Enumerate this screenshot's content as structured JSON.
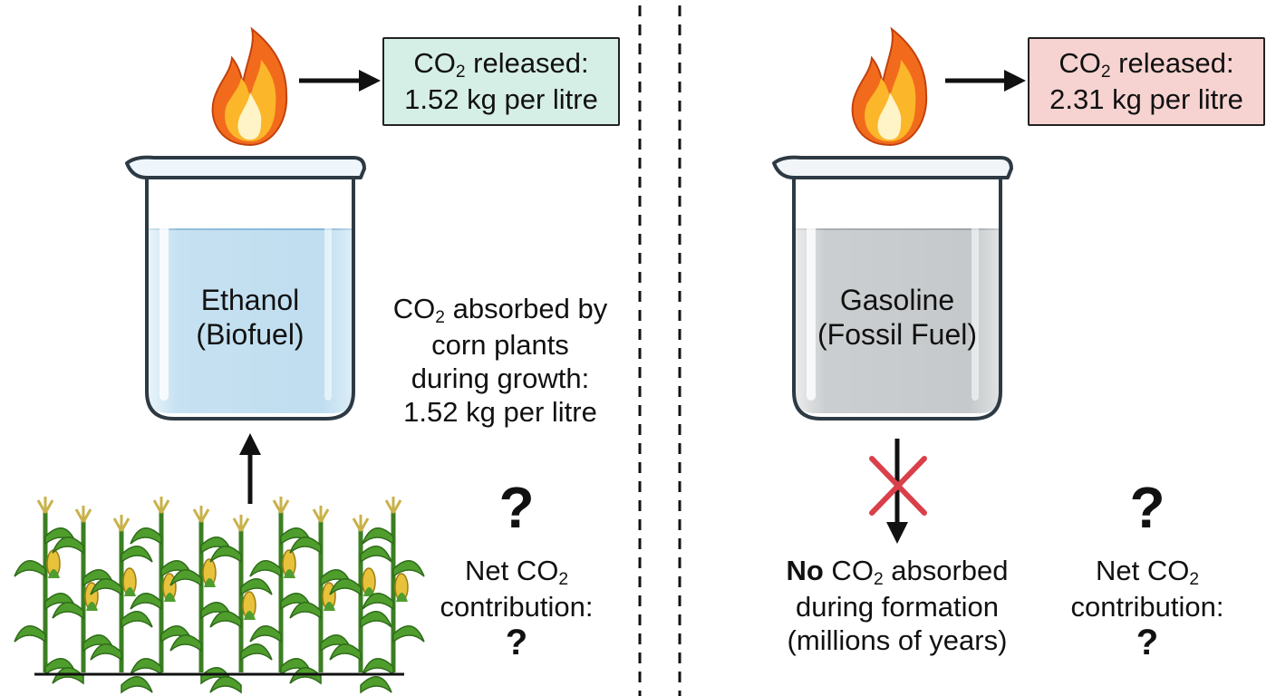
{
  "left": {
    "released_box": {
      "line1_prefix": "CO",
      "line1_sub": "2",
      "line1_suffix": " released:",
      "line2": "1.52 kg per litre",
      "fill_color": "#d6efe6"
    },
    "beaker_label": [
      "Ethanol",
      "(Biofuel)"
    ],
    "liquid_color": "#bcdcef",
    "absorbed_text": {
      "line1_prefix": "CO",
      "line1_sub": "2",
      "line1_suffix": " absorbed by",
      "line2": "corn plants",
      "line3": "during growth:",
      "line4": "1.52 kg per litre"
    },
    "question_big": "?",
    "net_label": {
      "line1_prefix": "Net CO",
      "line1_sub": "2",
      "line2": "contribution:",
      "line3": "?"
    }
  },
  "right": {
    "released_box": {
      "line1_prefix": "CO",
      "line1_sub": "2",
      "line1_suffix": " released:",
      "line2": "2.31 kg per litre",
      "fill_color": "#f6d3d1"
    },
    "beaker_label": [
      "Gasoline",
      "(Fossil Fuel)"
    ],
    "liquid_color": "#c2c6c8",
    "not_absorbed_text": {
      "line1_bold": "No",
      "line1_prefix": " CO",
      "line1_sub": "2",
      "line1_suffix": " absorbed",
      "line2": "during formation",
      "line3": "(millions of years)"
    },
    "question_big": "?",
    "net_label": {
      "line1_prefix": "Net CO",
      "line1_sub": "2",
      "line2": "contribution:",
      "line3": "?"
    }
  },
  "colors": {
    "flame_outer": "#f26b1d",
    "flame_mid": "#fbb62a",
    "flame_inner": "#fff4c8",
    "cross": "#d9404a",
    "corn_leaf": "#4f9e2d",
    "corn_ear": "#e8c23a"
  }
}
